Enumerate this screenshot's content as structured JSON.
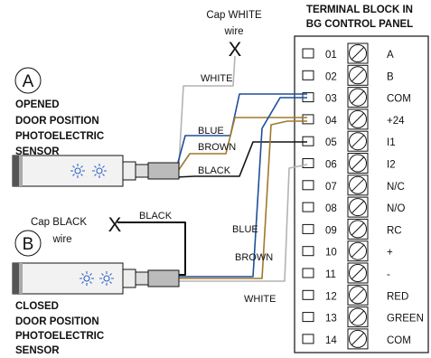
{
  "panel": {
    "title_line1": "TERMINAL BLOCK IN",
    "title_line2": "BG CONTROL PANEL",
    "terminals": [
      {
        "num": "01",
        "label": "A"
      },
      {
        "num": "02",
        "label": "B"
      },
      {
        "num": "03",
        "label": "COM"
      },
      {
        "num": "04",
        "label": "+24"
      },
      {
        "num": "05",
        "label": "I1"
      },
      {
        "num": "06",
        "label": "I2"
      },
      {
        "num": "07",
        "label": "N/C"
      },
      {
        "num": "08",
        "label": "N/O"
      },
      {
        "num": "09",
        "label": "RC"
      },
      {
        "num": "10",
        "label": "+"
      },
      {
        "num": "11",
        "label": "-"
      },
      {
        "num": "12",
        "label": "RED"
      },
      {
        "num": "13",
        "label": "GREEN"
      },
      {
        "num": "14",
        "label": "COM"
      }
    ]
  },
  "sensor_a": {
    "letter": "A",
    "caption_line1": "OPENED",
    "caption_line2": "DOOR POSITION",
    "caption_line3": "PHOTOELECTRIC",
    "caption_line4": "SENSOR"
  },
  "sensor_b": {
    "letter": "B",
    "caption_line1": "CLOSED",
    "caption_line2": "DOOR POSITION",
    "caption_line3": "PHOTOELECTRIC",
    "caption_line4": "SENSOR"
  },
  "caps": {
    "white_line1": "Cap WHITE",
    "white_line2": "wire",
    "black_line1": "Cap BLACK",
    "black_line2": "wire",
    "x_mark": "X"
  },
  "wire_labels": {
    "white_a": "WHITE",
    "blue_a": "BLUE",
    "brown_a": "BROWN",
    "black_a": "BLACK",
    "black_b": "BLACK",
    "blue_b": "BLUE",
    "brown_b": "BROWN",
    "white_b": "WHITE"
  },
  "colors": {
    "white_wire": "#b3b3b3",
    "blue_wire": "#1f4e9a",
    "brown_wire": "#a0782c",
    "black_wire": "#111111",
    "led": "#2e63c4"
  }
}
